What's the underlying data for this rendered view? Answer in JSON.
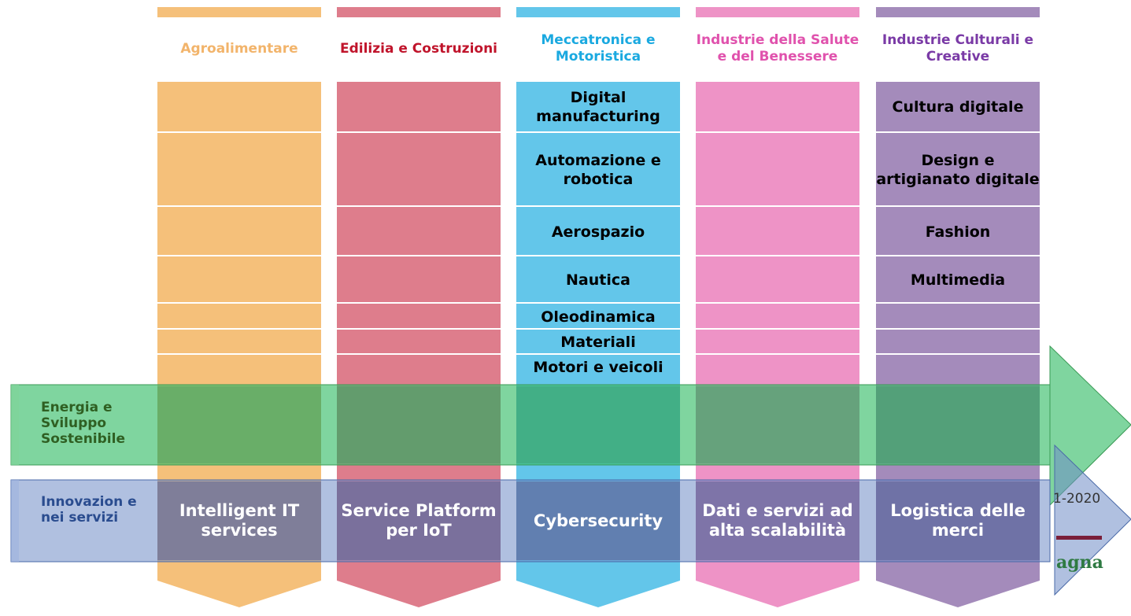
{
  "colors": {
    "agro": "#f5c07a",
    "edilizia": "#de7d8c",
    "meccatronica": "#63c6ea",
    "salute": "#ee93c6",
    "culturali": "#a48bbb",
    "energy_band": "#3bbf6b",
    "innovation_band": "#6f8cc7",
    "service_box": "#5b5f8f"
  },
  "columns": [
    {
      "key": "agro",
      "title": "Agroalimentare",
      "title_color": "#f2b46b",
      "cells": []
    },
    {
      "key": "edilizia",
      "title": "Edilizia e Costruzioni",
      "title_color": "#c0142b",
      "cells": []
    },
    {
      "key": "meccatronica",
      "title": "Meccatronica e Motoristica",
      "title_color": "#1aa9e0",
      "cells": [
        "Digital manufacturing",
        "Automazione e robotica",
        "Aerospazio",
        "Nautica",
        "Oleodinamica",
        "Materiali",
        "Motori e veicoli"
      ]
    },
    {
      "key": "salute",
      "title": "Industrie della Salute e del Benessere",
      "title_color": "#e052ad",
      "cells": []
    },
    {
      "key": "culturali",
      "title": "Industrie Culturali e Creative",
      "title_color": "#7a3aa6",
      "cells": [
        "Cultura digitale",
        "Design e artigianato digitale",
        "Fashion",
        "Multimedia"
      ]
    }
  ],
  "bands": {
    "energy": {
      "label": "Energia e Sviluppo Sostenibile",
      "label_color": "#2f5f22"
    },
    "innovation": {
      "label": "Innovazion e nei servizi",
      "label_color": "#2a4c8f",
      "boxes": [
        "Intelligent IT services",
        "Service Platform per IoT",
        "Cybersecurity",
        "Dati e servizi ad alta scalabilità",
        "Logistica delle merci"
      ]
    }
  },
  "edge": {
    "year_text": "1-2020",
    "logo_text": "agna"
  }
}
